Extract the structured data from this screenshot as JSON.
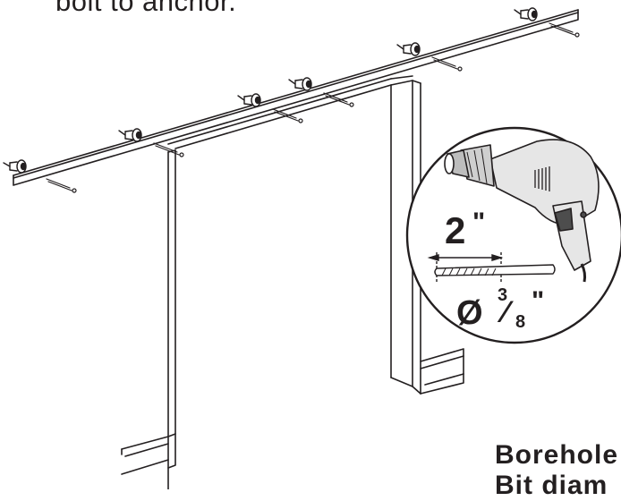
{
  "captions": {
    "top": "bolt to anchor.",
    "bottom_line1": "Borehole",
    "bottom_line2": "Bit diam"
  },
  "detail": {
    "depth_value": "2",
    "depth_unit": "\"",
    "diameter_symbol": "Ø",
    "diameter_numerator": "3",
    "diameter_slash": "⁄",
    "diameter_denominator": "8",
    "diameter_unit": "\""
  },
  "colors": {
    "line": "#231f20",
    "drill_body": "#e6e6e6",
    "drill_dark": "#4d4d4d"
  },
  "icons": [
    "drill-icon",
    "drill-bit-icon",
    "anchor-bolt-icon"
  ]
}
